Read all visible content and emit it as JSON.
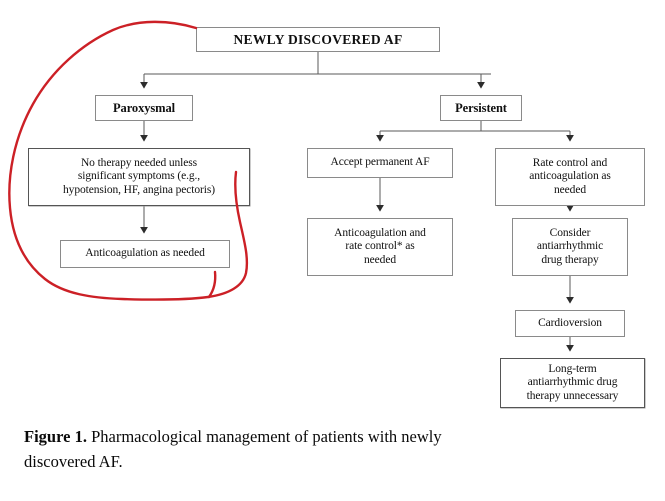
{
  "figure": {
    "caption_label": "Figure 1.",
    "caption_text": " Pharmacological management of patients with newly discovered AF."
  },
  "colors": {
    "box_border": "#8a8a8a",
    "box_border_heavy": "#555555",
    "connector": "#4a4a4a",
    "annotation_red": "#cc2026",
    "text": "#101010",
    "background": "#ffffff"
  },
  "annotation": {
    "type": "freehand-lasso",
    "shape": "oval",
    "color": "#cc2026",
    "stroke_width": 2.4,
    "encircles": [
      "Paroxysmal",
      "No therapy needed unless significant symptoms (e.g., hypotension, HF, angina pectoris)",
      "Anticoagulation as needed"
    ]
  },
  "flowchart": {
    "type": "decision-tree",
    "nodes": [
      {
        "id": "title",
        "label": "NEWLY DISCOVERED AF",
        "bold": true,
        "level": 0
      },
      {
        "id": "paroxysmal",
        "label": "Paroxysmal",
        "bold": true,
        "level": 1,
        "branch": "left"
      },
      {
        "id": "persistent",
        "label": "Persistent",
        "bold": true,
        "level": 1,
        "branch": "right"
      },
      {
        "id": "no-therapy",
        "label": "No therapy needed unless\nsignificant symptoms (e.g.,\nhypotension, HF, angina pectoris)",
        "bold": false,
        "level": 2,
        "branch": "left"
      },
      {
        "id": "antico-need",
        "label": "Anticoagulation as needed",
        "bold": false,
        "level": 3,
        "branch": "left"
      },
      {
        "id": "accept-af",
        "label": "Accept permanent AF",
        "bold": false,
        "level": 2,
        "branch": "right-a"
      },
      {
        "id": "antico-rate",
        "label": "Anticoagulation and\nrate control* as\nneeded",
        "bold": false,
        "level": 3,
        "branch": "right-a"
      },
      {
        "id": "rate-ctrl",
        "label": "Rate control and\nanticoagulation as\nneeded",
        "bold": false,
        "level": 2,
        "branch": "right-b"
      },
      {
        "id": "consider",
        "label": "Consider\nantiarrhythmic\ndrug therapy",
        "bold": false,
        "level": 3,
        "branch": "right-b"
      },
      {
        "id": "cardioversion",
        "label": "Cardioversion",
        "bold": false,
        "level": 4,
        "branch": "right-b"
      },
      {
        "id": "longterm",
        "label": "Long-term\nantiarrhythmic drug\ntherapy unnecessary",
        "bold": false,
        "level": 5,
        "branch": "right-b"
      }
    ],
    "edges": [
      {
        "from": "title",
        "to": "paroxysmal",
        "arrow": true
      },
      {
        "from": "title",
        "to": "persistent",
        "arrow": true
      },
      {
        "from": "paroxysmal",
        "to": "no-therapy",
        "arrow": true
      },
      {
        "from": "no-therapy",
        "to": "antico-need",
        "arrow": true
      },
      {
        "from": "persistent",
        "to": "accept-af",
        "arrow": true
      },
      {
        "from": "persistent",
        "to": "rate-ctrl",
        "arrow": true
      },
      {
        "from": "accept-af",
        "to": "antico-rate",
        "arrow": true
      },
      {
        "from": "rate-ctrl",
        "to": "consider",
        "arrow": true
      },
      {
        "from": "consider",
        "to": "cardioversion",
        "arrow": true
      },
      {
        "from": "cardioversion",
        "to": "longterm",
        "arrow": true
      }
    ]
  }
}
